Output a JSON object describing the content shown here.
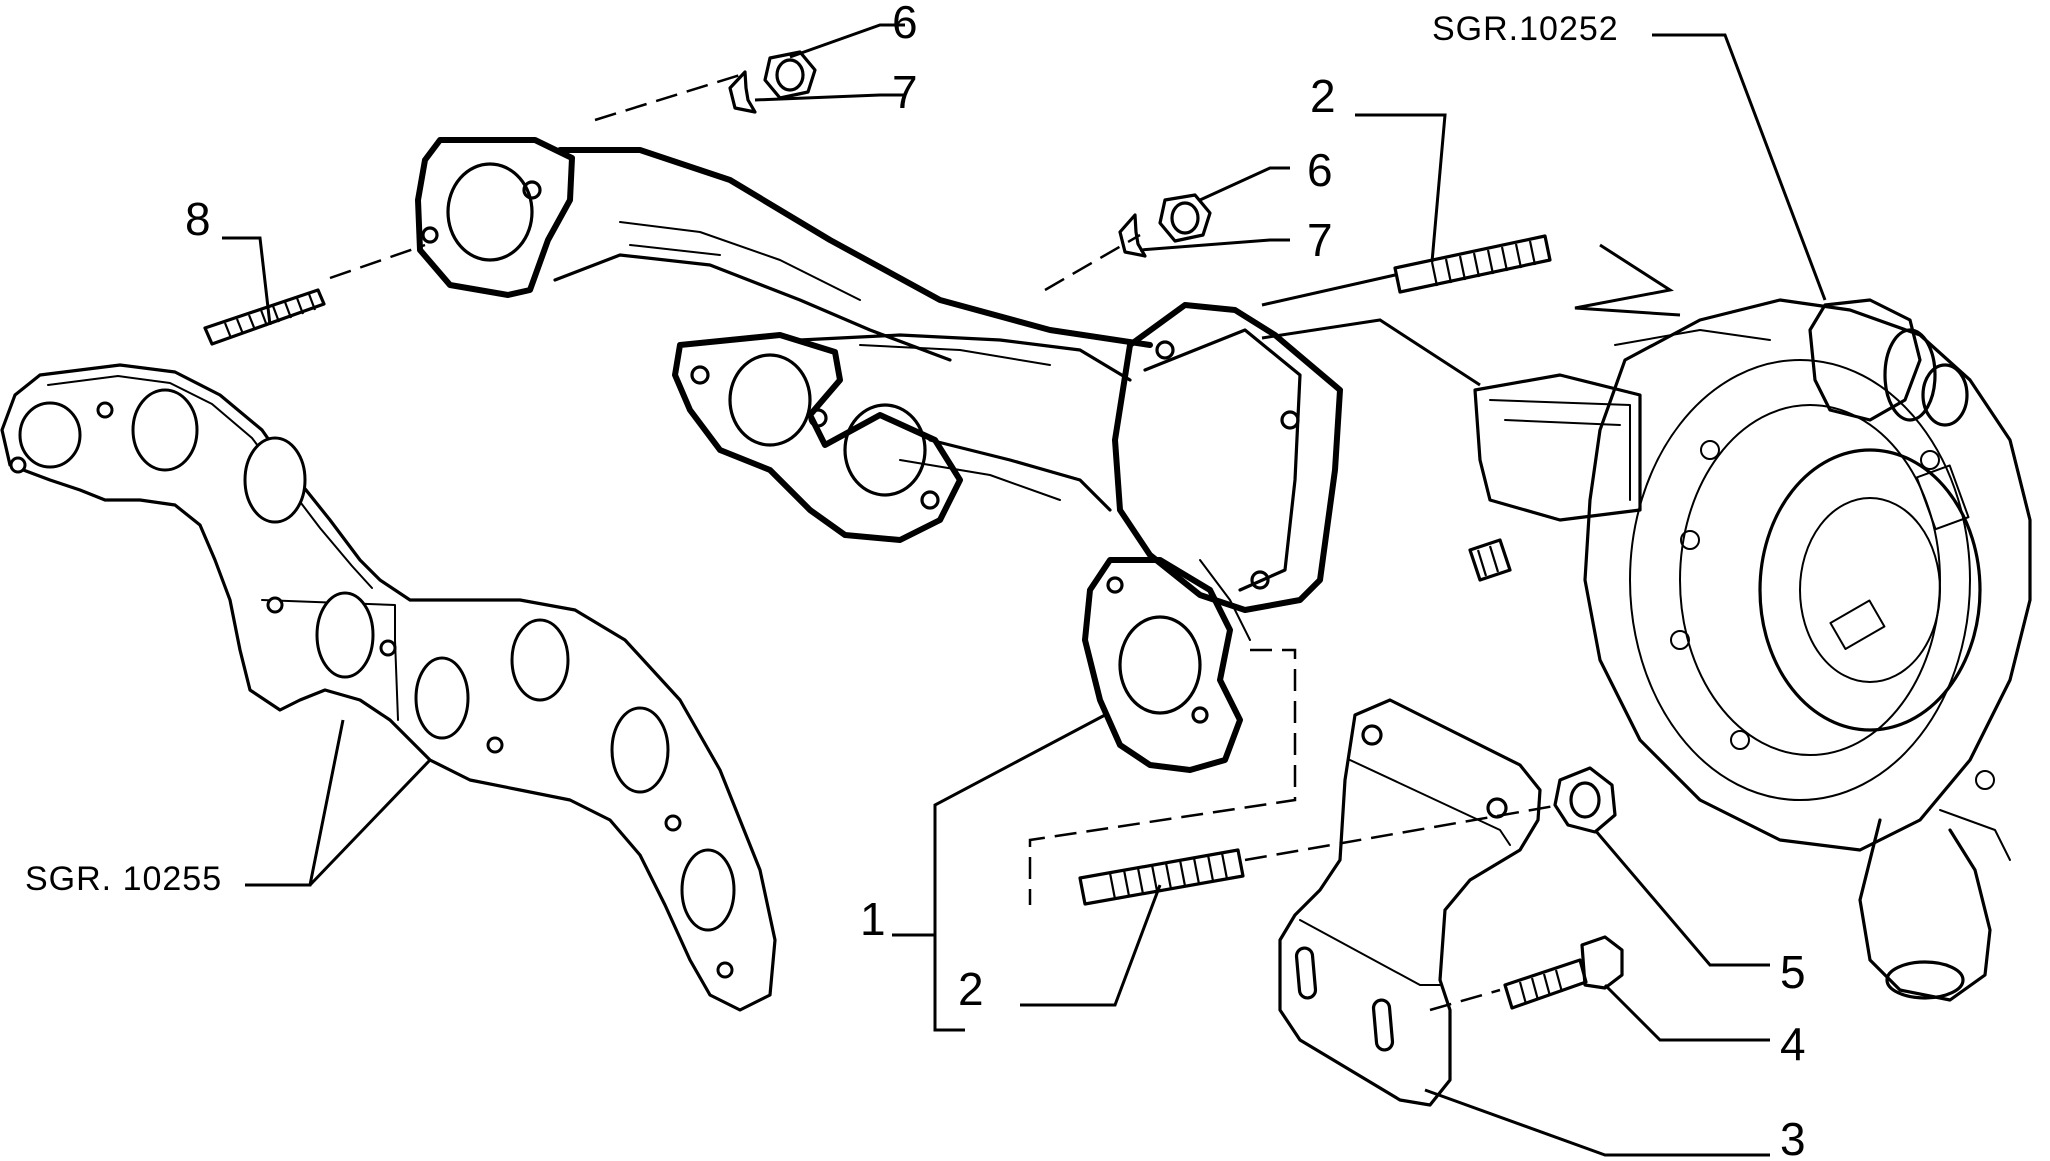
{
  "callouts": {
    "c1": "1",
    "c2a": "2",
    "c2b": "2",
    "c3": "3",
    "c4": "4",
    "c5": "5",
    "c6a": "6",
    "c6b": "6",
    "c7a": "7",
    "c7b": "7",
    "c8": "8"
  },
  "references": {
    "turbo": "SGR.10252",
    "gasket": "SGR. 10255"
  }
}
